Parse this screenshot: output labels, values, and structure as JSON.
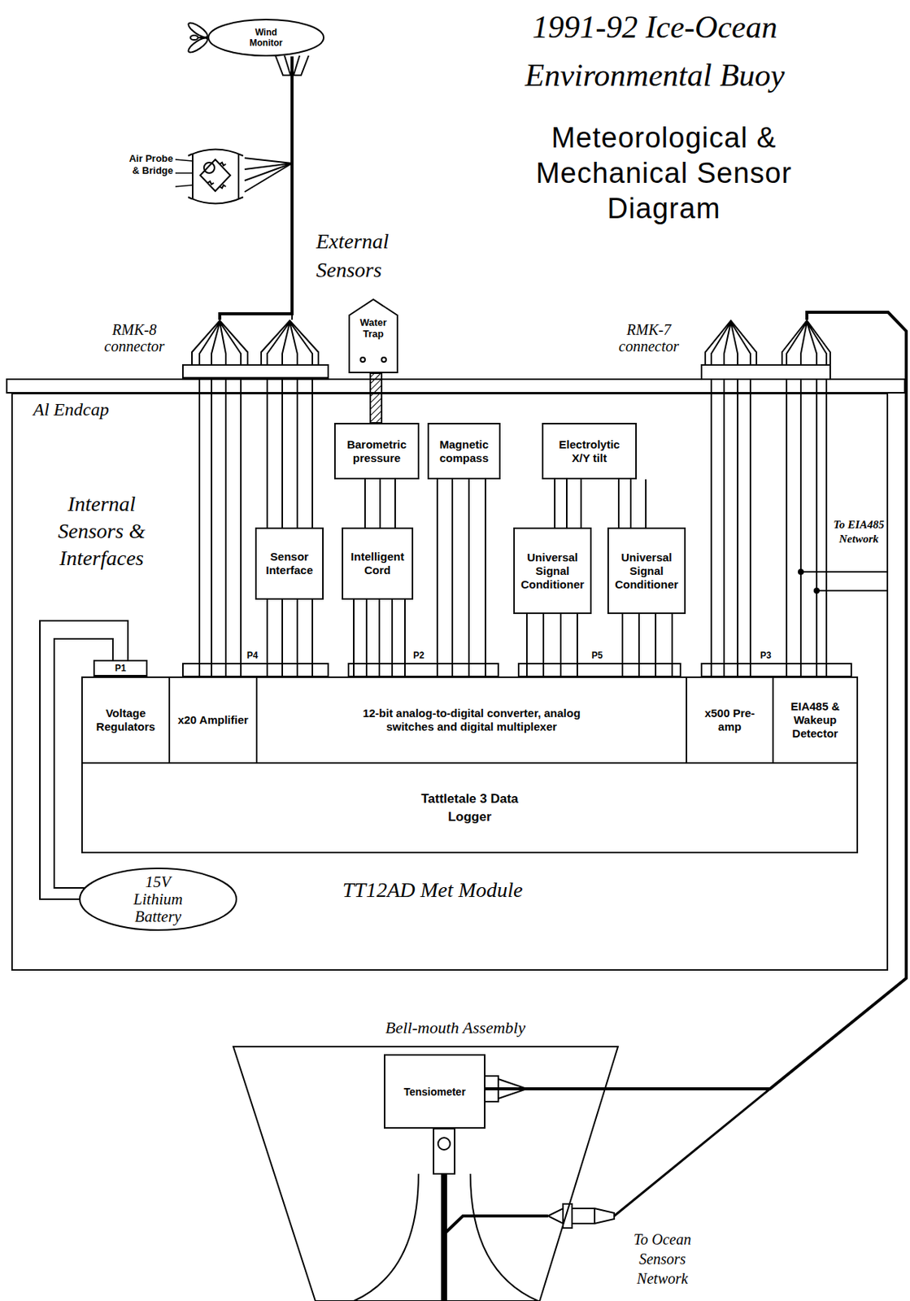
{
  "diagram": {
    "title": "1991-92 Ice-Ocean Environmental Buoy",
    "nodes": [
      {
        "text": [
          "Wind Monitor"
        ]
      },
      {
        "text": [
          "Air Probe & Bridge"
        ]
      },
      {
        "text": [
          "RMK-8 connector"
        ]
      },
      {
        "text": [
          "Water Trap"
        ]
      },
      {
        "text": [
          "RMK-7 connector"
        ]
      },
      {
        "text": [
          "Al Endcap",
          "Internal Sensors & Interfaces",
          "TT12AD Met Module"
        ]
      },
      {
        "text": [
          "Barometric pressure"
        ],
        "in": 5
      },
      {
        "text": [
          "Magnetic compass"
        ],
        "in": 5
      },
      {
        "text": [
          "Electrolytic X/Y tilt"
        ],
        "in": 5
      },
      {
        "text": [
          "Sensor Interface"
        ],
        "in": 5
      },
      {
        "text": [
          "Intelligent Cord"
        ],
        "in": 5
      },
      {
        "text": [
          "Universal Signal Conditioner"
        ],
        "in": 5
      },
      {
        "text": [
          "Universal Signal Conditioner"
        ],
        "in": 5
      },
      {
        "text": [
          "P1"
        ],
        "in": 5
      },
      {
        "text": [
          "Voltage Regulators"
        ],
        "in": 5
      },
      {
        "text": [
          "x20 Amplifier"
        ],
        "in": 5
      },
      {
        "text": [
          "12-bit analog-to-digital converter, analog switches and digital multiplexer"
        ],
        "in": 5
      },
      {
        "text": [
          "x500 Pre-amp"
        ],
        "in": 5
      },
      {
        "text": [
          "EIA485 & Wakeup Detector"
        ],
        "in": 5
      },
      {
        "text": [
          "Tattletale 3 Data Logger"
        ],
        "in": 5
      },
      {
        "text": [
          "15V Lithium Battery"
        ],
        "in": 5
      },
      {
        "text": [
          "Bell-mouth Assembly"
        ]
      },
      {
        "text": [
          "Tensiometer"
        ],
        "in": 21
      }
    ],
    "edges": [
      {
        "from": 0,
        "to": 2,
        "arrow": "none"
      },
      {
        "from": 1,
        "to": 2,
        "arrow": "none"
      },
      {
        "from": 2,
        "to": 15,
        "arrow": "none"
      },
      {
        "from": 2,
        "to": 9,
        "arrow": "none"
      },
      {
        "from": 9,
        "to": 16,
        "arrow": "none"
      },
      {
        "from": 3,
        "to": 6,
        "arrow": "none"
      },
      {
        "from": 6,
        "to": 10,
        "arrow": "none"
      },
      {
        "from": 10,
        "to": 16,
        "arrow": "none"
      },
      {
        "from": 7,
        "to": 16,
        "arrow": "none"
      },
      {
        "from": 8,
        "to": 11,
        "arrow": "none"
      },
      {
        "from": 8,
        "to": 12,
        "arrow": "none"
      },
      {
        "from": 11,
        "to": 16,
        "arrow": "none"
      },
      {
        "from": 12,
        "to": 16,
        "arrow": "none"
      },
      {
        "from": 4,
        "to": 17,
        "arrow": "none"
      },
      {
        "from": 4,
        "to": 18,
        "arrow": "none"
      },
      {
        "from": 4,
        "to": 22,
        "arrow": "none"
      },
      {
        "from": 20,
        "to": 14,
        "arrow": "none"
      }
    ],
    "labels": [
      "Meteorological & Mechanical Sensor Diagram",
      "External Sensors",
      "P4",
      "P2",
      "P5",
      "P3",
      "To EIA485 Network",
      "To Ocean Sensors Network"
    ]
  }
}
